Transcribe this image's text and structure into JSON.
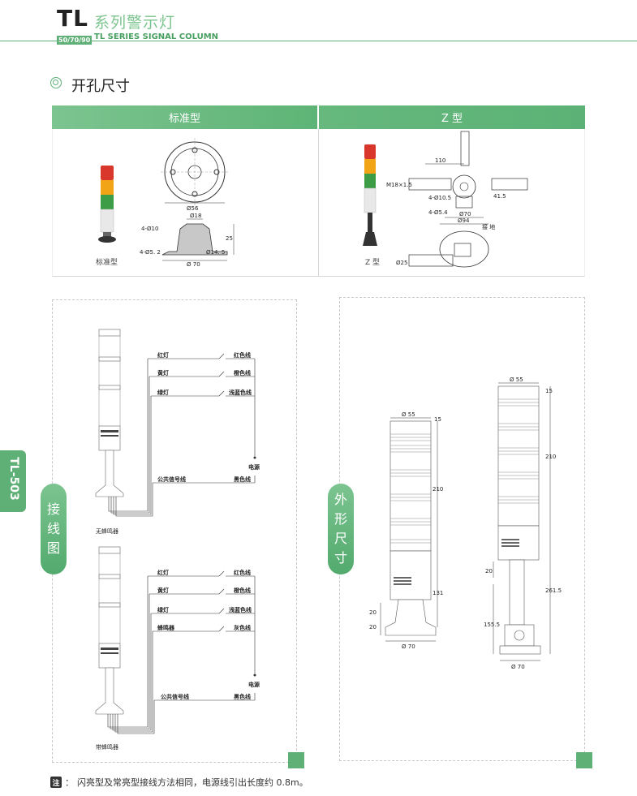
{
  "header": {
    "brand": "TL",
    "series_cn": "系列警示灯",
    "sizes": "50/70/90",
    "series_en": "TL SERIES SIGNAL COLUMN"
  },
  "section": {
    "title": "开孔尺寸"
  },
  "table": {
    "col1": "标准型",
    "col2": "Z 型",
    "col1_caption": "标准型",
    "col2_caption": "Z 型",
    "std_dims": {
      "d56": "Ø56",
      "d18": "Ø18",
      "h25": "25",
      "d10": "4-Ø10",
      "d52": "4-Ø5. 2",
      "d145": "Ø14. 5",
      "d70": "Ø 70"
    },
    "z_dims": {
      "w110": "110",
      "m18": "M18×1.5",
      "d105": "4-Ø10.5",
      "d54": "4-Ø5.4",
      "d70": "Ø70",
      "d94": "Ø94",
      "d25": "Ø25",
      "h41": "41.5",
      "gnd": "接 地"
    }
  },
  "wiring": {
    "tab": [
      "接",
      "线",
      "图"
    ],
    "d1": {
      "lines": [
        {
          "left": "红灯",
          "right": "红色线"
        },
        {
          "left": "黄灯",
          "right": "橙色线"
        },
        {
          "left": "绿灯",
          "right": "浅蓝色线"
        }
      ],
      "power": "电源",
      "common": "公共信号线",
      "black": "黑色线",
      "caption": "无蜂鸣器"
    },
    "d2": {
      "lines": [
        {
          "left": "红灯",
          "right": "红色线"
        },
        {
          "left": "黄灯",
          "right": "橙色线"
        },
        {
          "left": "绿灯",
          "right": "浅蓝色线"
        },
        {
          "left": "蜂鸣器",
          "right": "灰色线"
        }
      ],
      "power": "电源",
      "common": "公共信号线",
      "black": "黑色线",
      "caption": "带蜂鸣器"
    }
  },
  "outline": {
    "tab": [
      "外",
      "形",
      "尺",
      "寸"
    ],
    "left_dims": {
      "d55": "Ø 55",
      "h15": "15",
      "h210": "210",
      "h131": "131",
      "h20a": "20",
      "h20b": "20",
      "d70": "Ø 70"
    },
    "right_dims": {
      "d55": "Ø 55",
      "h15": "15",
      "h210": "210",
      "h20": "20",
      "h2615": "261.5",
      "h1555": "155.5",
      "d70": "Ø 70"
    }
  },
  "side_tab": "TL-503",
  "note": {
    "badge": "注",
    "text": "闪亮型及常亮型接线方法相同，电源线引出长度约 0.8m。"
  },
  "colors": {
    "accent": "#5fb077",
    "accent_light": "#7cc490",
    "red": "#d9372b",
    "yellow": "#f0a416",
    "green": "#3d9c46"
  }
}
